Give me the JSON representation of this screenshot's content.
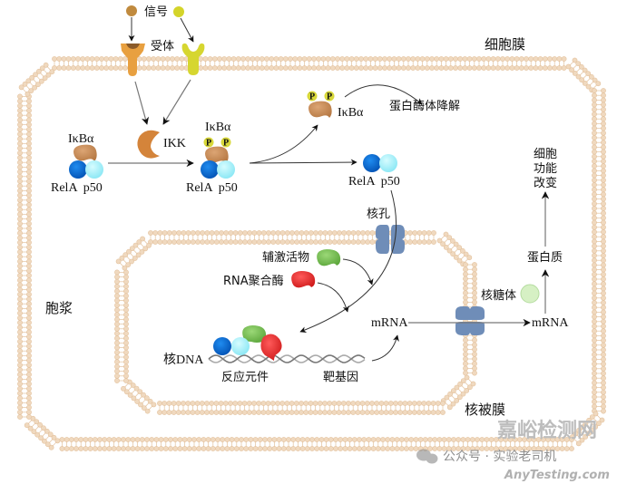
{
  "diagram": {
    "title": "NF-κB signaling pathway",
    "labels": {
      "signal": "信号",
      "receptor": "受体",
      "cell_membrane": "细胞膜",
      "cytoplasm": "胞浆",
      "nuclear_envelope": "核被膜",
      "nuclear_pore": "核孔",
      "ikk": "IKK",
      "ikba_1": "IκBα",
      "ikba_2": "IκBα",
      "ikba_3": "IκBα",
      "rela_p50_1": "RelA  p50",
      "rela_p50_2": "RelA  p50",
      "rela_p50_3": "RelA  p50",
      "phospho": "P",
      "proteasome_degradation": "蛋白酶体降解",
      "coactivator": "辅激活物",
      "rna_polymerase": "RNA聚合酶",
      "nuclear_dna": "核DNA",
      "response_element": "反应元件",
      "target_gene": "靶基因",
      "mrna_nucleus": "mRNA",
      "mrna_cytoplasm": "mRNA",
      "ribosome": "核糖体",
      "protein": "蛋白质",
      "cell_function_change": [
        "细胞",
        "功能",
        "改变"
      ]
    },
    "colors": {
      "membrane": "#f0d9bf",
      "membrane_stroke": "#e3c29e",
      "signal_brown": "#c08a3e",
      "signal_yellow": "#d4d42a",
      "receptor_orange": "#e8a040",
      "receptor_yellow": "#d6d630",
      "ikba": "#cf9460",
      "rela": "#0a6fd8",
      "p50": "#aef6ff",
      "phospho": "#d8d83a",
      "ikk": "#d4843a",
      "coactivator": "#7dc35a",
      "polymerase": "#ee3333",
      "pore": "#6f8db8",
      "ribosome": "#d6f0c4"
    }
  },
  "watermark": {
    "account": "公众号 · 实验老司机",
    "site_cn": "嘉峪检测网",
    "site_en": "AnyTesting.com"
  }
}
